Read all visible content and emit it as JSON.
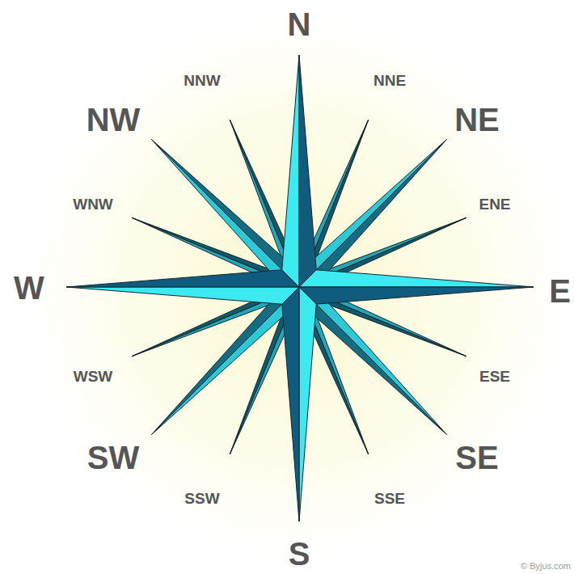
{
  "diagram": {
    "labels": [
      "N",
      "NNE",
      "NE",
      "ENE",
      "E",
      "ESE",
      "SE",
      "SSE",
      "S",
      "SSW",
      "SW",
      "WSW",
      "W",
      "WNW",
      "NW",
      "NNW",
      "© Byjus.com"
    ]
  }
}
